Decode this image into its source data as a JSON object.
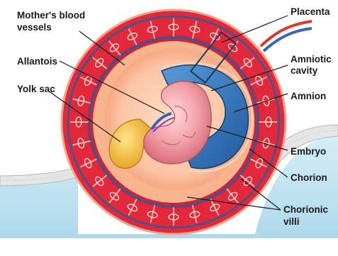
{
  "labels": {
    "mothers_blood_vessels": [
      "Mother's blood",
      "vessels"
    ],
    "placenta": "Placenta",
    "allantois": "Allantois",
    "amniotic_cavity": [
      "Amniotic",
      "cavity"
    ],
    "yolk_sac": "Yolk sac",
    "amnion": "Amnion",
    "embryo": "Embryo",
    "chorion": "Chorion",
    "chorionic_villi": [
      "Chorionic",
      "villi"
    ]
  },
  "colors": {
    "background": "#ffffff",
    "uterine_wall": "#b9e0ee",
    "endometrium_rim": "#e8e8e8",
    "placental_ring": "#e4283c",
    "chorion": "#f2a77a",
    "chorion_band": "#3b6ea8",
    "amniotic_cavity": "#2f6fb3",
    "embryo": "#f3a6ad",
    "yolk_sac": "#f2c33a",
    "label_text": "#1a1a1a"
  }
}
